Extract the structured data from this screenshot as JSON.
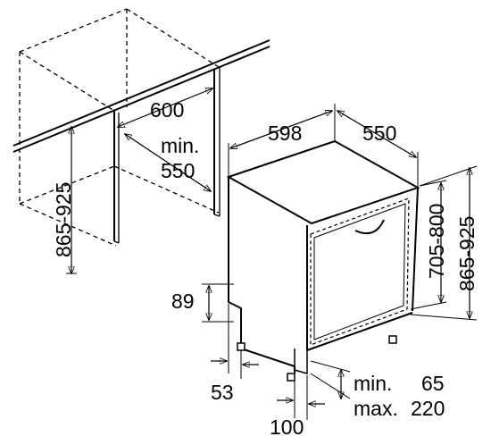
{
  "figure": "dishwasher-installation-dimensions",
  "labels": {
    "niche_width": "600",
    "niche_depth_min": "min.",
    "niche_depth_value": "550",
    "niche_height": "865-925",
    "appliance_width": "598",
    "appliance_depth": "550",
    "door_height": "705-800",
    "appliance_height": "865-925",
    "plinth_height": "89",
    "plinth_setback": "53",
    "foot_setback": "100",
    "plinth_adjust_min_label": "min.",
    "plinth_adjust_min_value": "65",
    "plinth_adjust_max_label": "max.",
    "plinth_adjust_max_value": "220"
  },
  "units": "mm",
  "line_color": "#000000"
}
